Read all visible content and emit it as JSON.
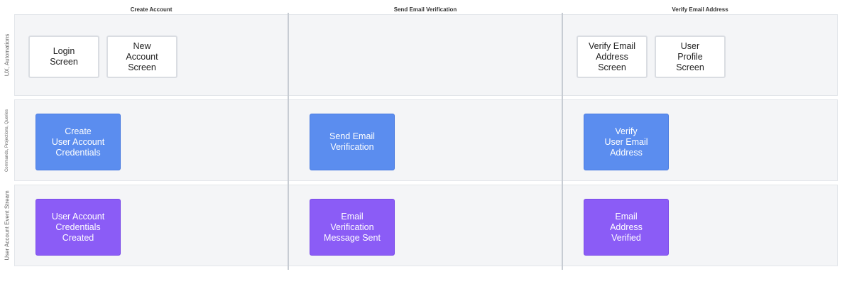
{
  "columns": [
    {
      "title": "Create Account"
    },
    {
      "title": "Send Email Verification"
    },
    {
      "title": "Verify Email Address"
    }
  ],
  "lanes": [
    {
      "label": "UX, Automations"
    },
    {
      "label": "Commands, Projections, Queries"
    },
    {
      "label": "User Account Event Stream"
    }
  ],
  "screens": [
    {
      "label": "Login\nScreen"
    },
    {
      "label": "New\nAccount\nScreen"
    },
    {
      "label": "Verify Email\nAddress\nScreen"
    },
    {
      "label": "User\nProfile\nScreen"
    }
  ],
  "commands": [
    {
      "label": "Create\nUser Account\nCredentials"
    },
    {
      "label": "Send Email\nVerification"
    },
    {
      "label": "Verify\nUser Email\nAddress"
    }
  ],
  "events": [
    {
      "label": "User Account\nCredentials\nCreated"
    },
    {
      "label": "Email\nVerification\nMessage Sent"
    },
    {
      "label": "Email\nAddress\nVerified"
    }
  ],
  "colors": {
    "command": "#5b8def",
    "event": "#8b5cf6",
    "screen": "#ffffff",
    "lane_background": "#f4f5f7"
  }
}
